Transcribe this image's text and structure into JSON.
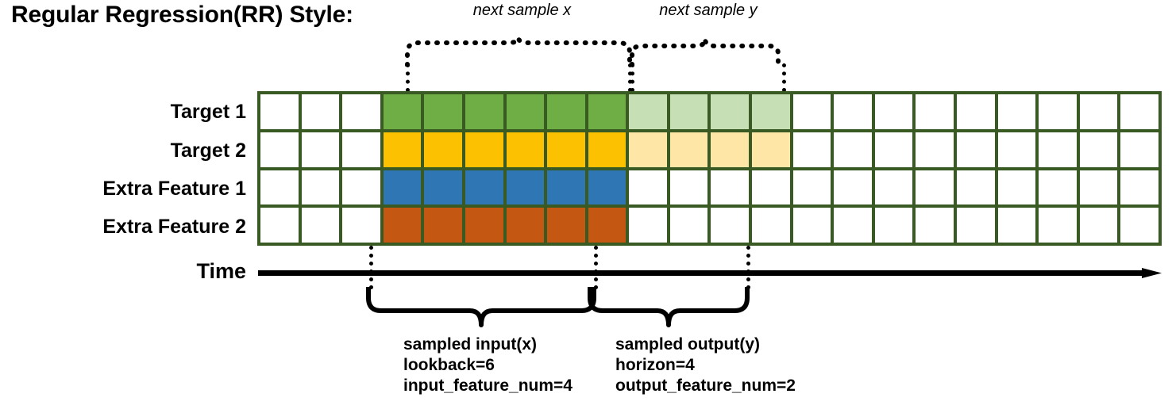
{
  "title": "Regular Regression(RR) Style:",
  "top_captions": {
    "x": "next sample x",
    "y": "next sample y"
  },
  "row_labels": [
    "Target 1",
    "Target 2",
    "Extra Feature 1",
    "Extra Feature 2"
  ],
  "time_axis": {
    "label": "Time"
  },
  "grid": {
    "columns": 22,
    "rows": 4,
    "lookback_start_col": 4,
    "lookback_end_col": 9,
    "horizon_start_col": 10,
    "horizon_end_col": 13,
    "cells": [
      [
        "white",
        "white",
        "white",
        "green",
        "green",
        "green",
        "green",
        "green",
        "green",
        "green-light",
        "green-light",
        "green-light",
        "green-light",
        "white",
        "white",
        "white",
        "white",
        "white",
        "white",
        "white",
        "white",
        "white"
      ],
      [
        "white",
        "white",
        "white",
        "yellow",
        "yellow",
        "yellow",
        "yellow",
        "yellow",
        "yellow",
        "yellow-light",
        "yellow-light",
        "yellow-light",
        "yellow-light",
        "white",
        "white",
        "white",
        "white",
        "white",
        "white",
        "white",
        "white",
        "white"
      ],
      [
        "white",
        "white",
        "white",
        "blue",
        "blue",
        "blue",
        "blue",
        "blue",
        "blue",
        "white",
        "white",
        "white",
        "white",
        "white",
        "white",
        "white",
        "white",
        "white",
        "white",
        "white",
        "white",
        "white"
      ],
      [
        "white",
        "white",
        "white",
        "orange",
        "orange",
        "orange",
        "orange",
        "orange",
        "orange",
        "white",
        "white",
        "white",
        "white",
        "white",
        "white",
        "white",
        "white",
        "white",
        "white",
        "white",
        "white",
        "white"
      ]
    ]
  },
  "annotations": {
    "input": {
      "title": "sampled input(x)",
      "lookback": "lookback=6",
      "feature_num": "input_feature_num=4"
    },
    "output": {
      "title": "sampled output(y)",
      "horizon": "horizon=4",
      "feature_num": "output_feature_num=2"
    }
  },
  "colors": {
    "grid_border": "#3a5a23",
    "target1": "#6fae44",
    "target2": "#fcc201",
    "extra_feature1": "#2f76b4",
    "extra_feature2": "#c45712",
    "target1_future": "#c6dfb4",
    "target2_future": "#fde6a6",
    "ink": "#000000"
  }
}
